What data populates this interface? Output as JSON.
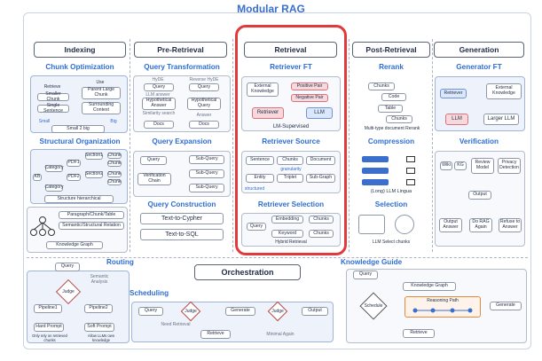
{
  "title": "Modular RAG",
  "headers": {
    "indexing": "Indexing",
    "pre": "Pre-Retrieval",
    "retrieval": "Retrieval",
    "post": "Post-Retrieval",
    "generation": "Generation",
    "orchestration": "Orchestration"
  },
  "indexing": {
    "chunk_opt": "Chunk Optimization",
    "retrieve": "Retrieve",
    "smaller_chunk": "Smaller Chunk",
    "single_sentence": "Single Sentence",
    "use": "Use",
    "parent_large_chunk": "Parent Large Chunk",
    "surrounding_context": "Surrounding Context",
    "small": "Small",
    "big": "Big",
    "small2big": "Small 2 big",
    "struct_org": "Structural Organization",
    "kb": "KB",
    "pdf1": "PDF1",
    "pdf2": "PDF2",
    "category": "Category",
    "section1": "Section1",
    "section2": "Section2",
    "chunk": "Chunk",
    "structure_hier": "Structure hierarchical",
    "kg_items": [
      "Paragraph/Chunk/Table",
      "Semantic/Structural Relation"
    ],
    "knowledge_graph": "Knowledge Graph"
  },
  "pre": {
    "query_transform": "Query Transformation",
    "hyde": "HyDE",
    "reverse_hyde": "Reverse HyDE",
    "query": "Query",
    "llm_answer": "LLM answer",
    "hypo_answer": "Hypothetical Answer",
    "similarity_search": "Similarity search",
    "hypo_query": "Hypothetical Query",
    "docs": "Docs",
    "answer": "Answer",
    "query_lbl": "Query",
    "docs2": "Docs",
    "query_expansion": "Query Expansion",
    "sub_query": "Sub-Query",
    "verification_chain": "Verification Chain",
    "query_construction": "Query Construction",
    "text_to_cypher": "Text-to-Cypher",
    "text_to_sql": "Text-to-SQL"
  },
  "retrieval": {
    "retriever_ft": "Retriever FT",
    "external_knowledge": "External Knowledge",
    "positive_pair": "Positive Pair",
    "negative_pair": "Negative Pair",
    "retriever": "Retriever",
    "llm": "LLM",
    "lm_supervised": "LM-Supervised",
    "retriever_source": "Retriever Source",
    "sources_row1": [
      "Sentence",
      "Chunks",
      "Document"
    ],
    "granularity": "granularity",
    "sources_row2": [
      "Entity",
      "Triplet",
      "Sub-Graph"
    ],
    "structured": "structured",
    "retriever_selection": "Retriever Selection",
    "embedding": "Embedding",
    "keyword": "Keyword",
    "chunks": "Chunks",
    "hybrid_retrieval": "Hybrid Retrieval"
  },
  "post": {
    "rerank": "Rerank",
    "chunks": "Chunks",
    "code": "Code",
    "table": "Table",
    "multi_type_rerank": "Multi-type document Rerank",
    "compression": "Compression",
    "llmlingua": "(Long) LLM Lingua",
    "selection": "Selection",
    "llm_select": "LLM Select chunks"
  },
  "generation": {
    "generator_ft": "Generator FT",
    "retriever": "Retriever",
    "external_knowledge": "External Knowledge",
    "llm": "LLM",
    "larger_llm": "Larger LLM",
    "verification": "Verification",
    "wiki": "Wiki",
    "kg": "KG",
    "review_model": "Review Model",
    "privacy_detection": "Privacy Detection",
    "output": "Output",
    "output_answer": "Output Answer",
    "do_rag_again": "Do RAG Again",
    "refuse": "Refuse to Answer"
  },
  "routing": {
    "title": "Routing",
    "query": "Query",
    "semantic_analysis": "Semantic Analysis",
    "judge": "Judge",
    "pipeline1": "Pipeline1",
    "pipeline2": "Pipeline2",
    "hard_prompt": "Hard Prompt",
    "soft_prompt": "Soft Prompt",
    "only_rely": "Only rely on retrieved chunks",
    "allow_llm": "Allow LLMs own knowledge"
  },
  "scheduling": {
    "title": "Scheduling",
    "query": "Query",
    "judge": "Judge",
    "generate": "Generate",
    "output": "Output",
    "retrieve": "Retrieve",
    "need_retrieval": "Need Retrieval",
    "minimal_again": "Minimal Again"
  },
  "knowledge_guide": {
    "title": "Knowledge Guide",
    "query": "Query",
    "knowledge_graph": "Knowledge Graph",
    "schedule": "Schedule",
    "reasoning_path": "Reasoning Path",
    "generate": "Generate",
    "retrieve": "Retrieve"
  },
  "colors": {
    "accent": "#2f6ed0",
    "highlight": "#e23a3a",
    "pink": "#f7d8dc",
    "panel": "#eef3fb"
  }
}
